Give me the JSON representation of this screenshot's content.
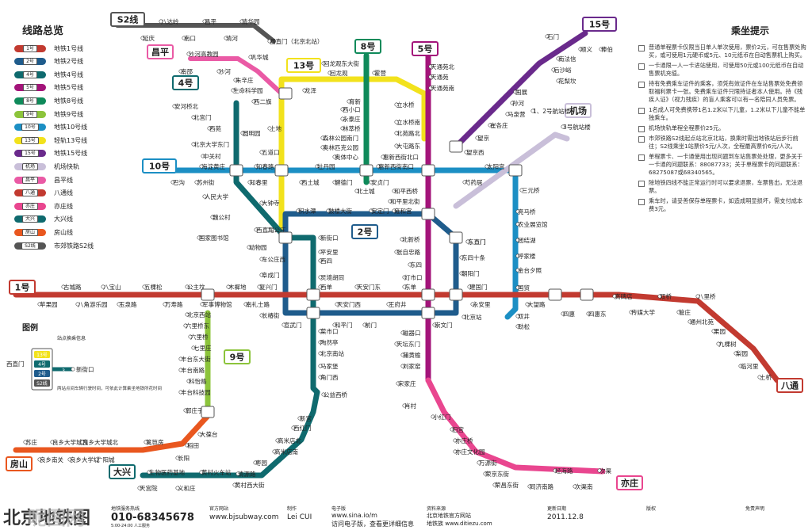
{
  "legend": {
    "title": "线路总览",
    "items": [
      {
        "code": "1号",
        "label": "地铁1号线",
        "color": "#c23a30"
      },
      {
        "code": "2号",
        "label": "地铁2号线",
        "color": "#1f5c8c"
      },
      {
        "code": "4号",
        "label": "地铁4号线",
        "color": "#0f6a6e"
      },
      {
        "code": "5号",
        "label": "地铁5号线",
        "color": "#a3147a"
      },
      {
        "code": "8号",
        "label": "地铁8号线",
        "color": "#0f8a5a"
      },
      {
        "code": "9号",
        "label": "地铁9号线",
        "color": "#8cc43b"
      },
      {
        "code": "10号",
        "label": "地铁10号线",
        "color": "#1c8fc4"
      },
      {
        "code": "13号",
        "label": "轻轨13号线",
        "color": "#f2e21c"
      },
      {
        "code": "15号",
        "label": "地铁15号线",
        "color": "#6a2a8c"
      },
      {
        "code": "机场",
        "label": "机场快轨",
        "color": "#c9bfd9"
      },
      {
        "code": "昌平",
        "label": "昌平线",
        "color": "#ea5aa5"
      },
      {
        "code": "八通",
        "label": "八通线",
        "color": "#c23a30"
      },
      {
        "code": "亦庄",
        "label": "亦庄线",
        "color": "#e9468f"
      },
      {
        "code": "大兴",
        "label": "大兴线",
        "color": "#0f6a6e"
      },
      {
        "code": "房山",
        "label": "房山线",
        "color": "#e9571f"
      },
      {
        "code": "S2线",
        "label": "市郊铁路S2线",
        "color": "#555555"
      }
    ]
  },
  "line_tags": {
    "s2": "S2线",
    "changping": "昌平",
    "l13": "13号",
    "l8": "8号",
    "l5": "5号",
    "l15": "15号",
    "l4": "4号",
    "l10": "10号",
    "airport": "机场",
    "l2": "2号",
    "l1": "1号",
    "l9": "9号",
    "batong": "八通",
    "fangshan": "房山",
    "daxing": "大兴",
    "yizhuang": "亦庄"
  },
  "stations": {
    "s2": [
      "八达岭",
      "延庆",
      "南口",
      "昌平",
      "清华园",
      "清河",
      "西直门（北京北站）"
    ],
    "changping": [
      "沙河高教园",
      "巩华城",
      "南邵",
      "沙河",
      "朱辛庄",
      "生命科学园",
      "西二旗"
    ],
    "l13": [
      "霍营",
      "回龙观",
      "回龙观东大街",
      "龙泽",
      "上地",
      "五道口",
      "知春路",
      "大钟寺",
      "西直门"
    ],
    "l8": [
      "育新",
      "西小口",
      "永泰庄",
      "林萃桥",
      "森林公园南门",
      "奥林匹克公园",
      "奥体中心",
      "北土城"
    ],
    "l5": [
      "天通苑北",
      "天通苑",
      "天通苑南",
      "立水桥",
      "立水桥南",
      "北苑路北",
      "大屯路东",
      "惠新西街北口",
      "惠新西街南口",
      "和平西桥",
      "和平里北街",
      "雍和宫",
      "北新桥",
      "张自忠路",
      "东四",
      "灯市口",
      "东单",
      "崇文门",
      "磁器口",
      "天坛东门",
      "蒲黄榆",
      "刘家窑",
      "宋家庄"
    ],
    "l15": [
      "石门",
      "顺义",
      "俸伯",
      "南法信",
      "后沙峪",
      "花梨坎",
      "国展",
      "孙河",
      "马泉营",
      "崔各庄",
      "望京",
      "望京西"
    ],
    "l4": [
      "安河桥北",
      "北宫门",
      "西苑",
      "圆明园",
      "北京大学东门",
      "中关村",
      "海淀黄庄",
      "人民大学",
      "魏公村",
      "国家图书馆",
      "动物园",
      "车公庄西",
      "阜成门",
      "西四",
      "灵境胡同",
      "西单",
      "宣武门",
      "菜市口",
      "陶然亭",
      "北京南站",
      "马家堡",
      "角门西",
      "公益西桥"
    ],
    "l10": [
      "巴沟",
      "苏州街",
      "知春里",
      "西土城",
      "牡丹园",
      "健德门",
      "安贞门",
      "芍药居",
      "太阳宫",
      "三元桥",
      "亮马桥",
      "农业展览馆",
      "团结湖",
      "呼家楼",
      "金台夕照",
      "国贸",
      "双井",
      "劲松"
    ],
    "airport": [
      "东直门",
      "3号航站楼",
      "1、2号航站楼"
    ],
    "l2": [
      "积水潭",
      "鼓楼大街",
      "安定门",
      "新街口",
      "平安里",
      "东直门",
      "东四十条",
      "朝阳门",
      "建国门",
      "北京站",
      "前门",
      "和平门",
      "长椿街",
      "复兴门",
      "车公庄"
    ],
    "l1": [
      "苹果园",
      "古城路",
      "八角游乐园",
      "八宝山",
      "玉泉路",
      "五棵松",
      "万寿路",
      "公主坟",
      "军事博物馆",
      "木樨地",
      "南礼士路",
      "天安门西",
      "天安门东",
      "王府井",
      "永安里",
      "大望路",
      "四惠",
      "四惠东"
    ],
    "batong": [
      "高碑店",
      "传媒大学",
      "双桥",
      "管庄",
      "八里桥",
      "通州北苑",
      "果园",
      "九棵树",
      "梨园",
      "临河里",
      "土桥"
    ],
    "l9": [
      "北京西站",
      "六里桥东",
      "六里桥",
      "七里庄",
      "丰台东大街",
      "丰台南路",
      "科怡路",
      "丰台科技园",
      "郭庄子"
    ],
    "fangshan": [
      "苏庄",
      "良乡南关",
      "良乡大学城西",
      "良乡大学城",
      "良乡大学城北",
      "广阳城",
      "篱笆房",
      "长阳",
      "稻田",
      "大葆台"
    ],
    "daxing": [
      "新宫",
      "西红门",
      "高米店北",
      "高米店南",
      "枣园",
      "清源路",
      "黄村西大街",
      "黄村火车站",
      "义和庄",
      "生物医药基地",
      "天宫院"
    ],
    "yizhuang": [
      "肖村",
      "小红门",
      "旧宫",
      "亦庄桥",
      "亦庄文化园",
      "万源街",
      "荣京东街",
      "荣昌东街",
      "同济南路",
      "经海路",
      "次渠南",
      "次渠"
    ]
  },
  "legend_example": {
    "title": "图例",
    "transfer_note": "站点换乘信息",
    "station_left": "西直门",
    "station_right": "新街口",
    "codes": [
      "13号",
      "4号",
      "2号",
      "S2线"
    ],
    "footnote": "两站点间车辆行驶时间，可依此计算乘坐地铁所花时间",
    "minute_number": "3"
  },
  "tips": {
    "title": "乘坐提示",
    "items": [
      "普通单程票卡仅限当日单人单次使用，票价2元，可在售票处购买，或可使用1元硬币或5元、10元纸币在自动售票机上购买。",
      "一卡通限一人一卡进站使用，可使用50元或100元纸币在自动售票机充值。",
      "持有免费乘车证件的乘客，须凭有效证件在车站售票处免费领取福利票卡一张。免费乘车证件只限持证者本人使用。持《残疾人证》（视力残疾）的盲人乘客可以有一名陪同人员免票。",
      "1名成人可免费携带1名1.2米以下儿童，1.2米以下儿童不能单独乘车。",
      "机场快轨单程全程票价25元。",
      "市郊铁路S2线起点站北京北站，换乘时需出地铁站后步行前往；S2线乘坐1站票价5元/人次，全程最高票价6元/人次。",
      "单程票卡、一卡通使用出现问题到车站售票处处理，更多关于一卡通的问题联系：88087733；关于单程票卡的问题联系：68275087或68340565。",
      "除地铁四线不能正常运行时可以要求退票，车票售出，无法退票。",
      "乘车时，请妥善保存单程票卡，如造成明显损坏，需支付成本费3元。"
    ]
  },
  "footer": {
    "title": "北京地铁图",
    "hotline_label": "地铁服务热线",
    "hotline": "010-68345678",
    "hotline_hours": "5:00-24:00 人工服务",
    "site_label": "官方网站",
    "site": "www.bjsubway.com",
    "author_label": "制作",
    "author": "Lei CUI",
    "email_label": "电子版",
    "email": "www.sina.io/m",
    "email_note": "访问电子版，查看更详细信息",
    "source_label": "资料来源",
    "source": "北京地铁官方网站",
    "source2": "地铁族 www.ditiezu.com",
    "date_label": "更新日期",
    "date": "2011.12.8",
    "license_label": "版权",
    "disclaimer_label": "免责声明",
    "watermark": "昵图网"
  },
  "colors": {
    "l1": "#c23a30",
    "l2": "#1f5c8c",
    "l4": "#0f6a6e",
    "l5": "#a3147a",
    "l8": "#0f8a5a",
    "l9": "#8cc43b",
    "l10": "#1c8fc4",
    "l13": "#f2e21c",
    "l15": "#6a2a8c",
    "airport": "#c9bfd9",
    "changping": "#ea5aa5",
    "batong": "#c23a30",
    "yizhuang": "#e9468f",
    "fangshan": "#e9571f",
    "daxing": "#0f6a6e",
    "s2": "#555555"
  }
}
